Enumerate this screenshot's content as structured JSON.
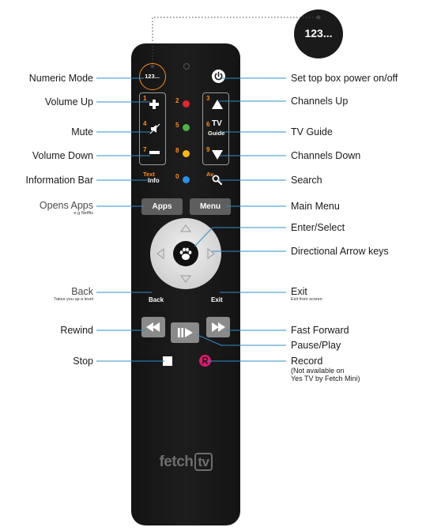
{
  "popout": {
    "text": "123..."
  },
  "remote": {
    "numeric_button": "123...",
    "logo": {
      "prefix": "fetch",
      "suffix": "tv"
    },
    "keys": {
      "k1": "1",
      "k2": "2",
      "k3": "3",
      "k4": "4",
      "k5": "5",
      "k6": "6",
      "k7": "7",
      "k8": "8",
      "k9": "9",
      "k0": "0",
      "tv": "TV",
      "guide": "Guide",
      "text": "Text",
      "info": "Info",
      "av": "Av",
      "apps": "Apps",
      "menu": "Menu",
      "back": "Back",
      "exit": "Exit"
    },
    "colors": {
      "red": "#e8262c",
      "green": "#4bb749",
      "yellow": "#f9b711",
      "blue": "#2d8fe8",
      "orange": "#ff8c1a",
      "record": "#e0196d"
    }
  },
  "labels_left": {
    "numeric_mode": "Numeric Mode",
    "volume_up": "Volume Up",
    "mute": "Mute",
    "volume_down": "Volume Down",
    "information_bar": "Information Bar",
    "opens_apps": "Opens Apps",
    "opens_apps_sub": "e.g Netflix",
    "back": "Back",
    "back_sub": "Takes you up a level",
    "rewind": "Rewind",
    "stop": "Stop"
  },
  "labels_right": {
    "power": "Set top box power on/off",
    "channels_up": "Channels Up",
    "tv_guide": "TV Guide",
    "channels_down": "Channels Down",
    "search": "Search",
    "main_menu": "Main Menu",
    "enter_select": "Enter/Select",
    "directional": "Directional Arrow keys",
    "exit": "Exit",
    "exit_sub": "Exit from screen",
    "fast_forward": "Fast Forward",
    "pause_play": "Pause/Play",
    "record": "Record",
    "record_line2": "(Not available on",
    "record_line3": "Yes TV by Fetch Mini)"
  }
}
